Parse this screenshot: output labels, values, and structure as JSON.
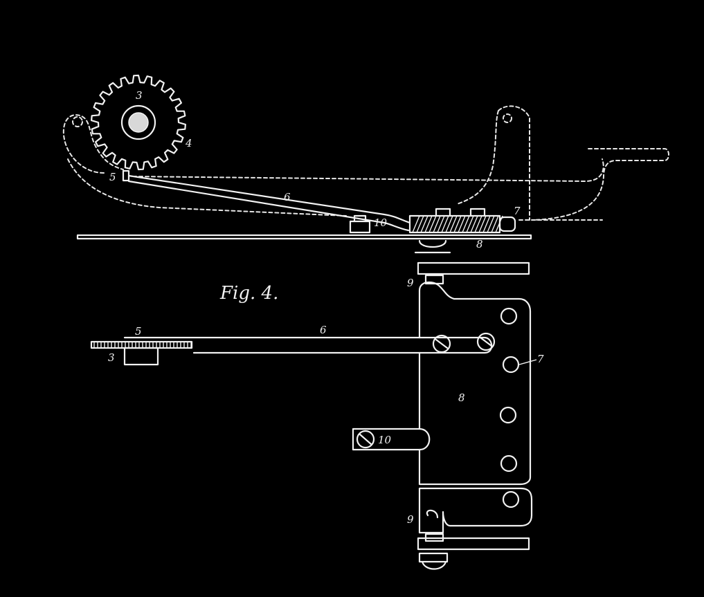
{
  "figure": {
    "caption": "Fig. 4.",
    "labels": {
      "gear": "3",
      "pinion_rack": "4",
      "pin": "5",
      "lever": "6",
      "hole": "7",
      "plate": "8",
      "bracket": "9",
      "screw": "10"
    },
    "plan_labels": {
      "pin": "5",
      "gear": "3",
      "lever": "6",
      "hole": "7",
      "plate": "8",
      "screw": "10",
      "bracket_top": "9",
      "bracket_bottom": "9"
    }
  }
}
